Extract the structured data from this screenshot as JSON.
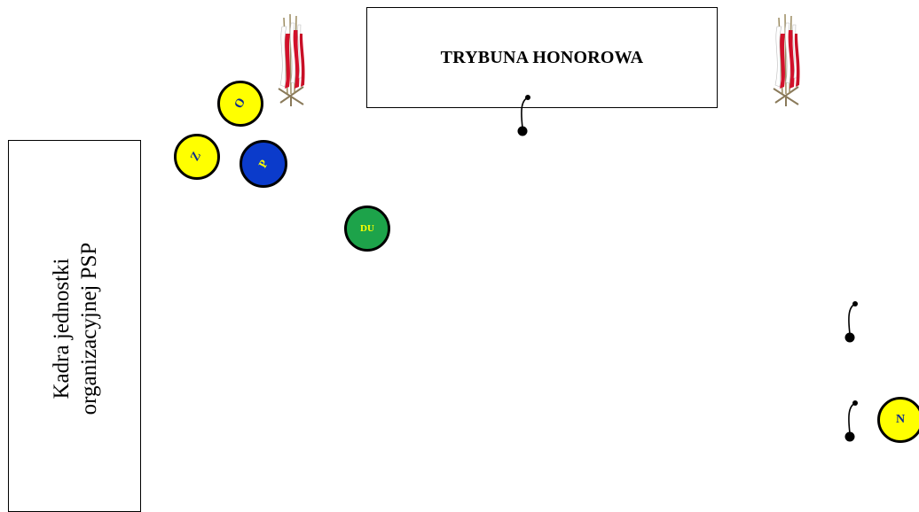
{
  "tribune": {
    "label": "TRYBUNA HONOROWA"
  },
  "cadre": {
    "line1": "Kadra jednostki",
    "line2": "organizacyjnej PSP"
  },
  "markers": [
    {
      "id": "o",
      "letter": "O",
      "fill": "#FFFF00",
      "text_color": "#0B2A8C"
    },
    {
      "id": "z",
      "letter": "Z",
      "fill": "#FFFF00",
      "text_color": "#0B2A8C"
    },
    {
      "id": "p",
      "letter": "P",
      "fill": "#0B3BCB",
      "text_color": "#FFFF00"
    },
    {
      "id": "du",
      "letter": "DU",
      "fill": "#1DA34A",
      "text_color": "#FFFF00"
    },
    {
      "id": "n",
      "letter": "N",
      "fill": "#FFFF00",
      "text_color": "#0B2A8C"
    }
  ],
  "icons": {
    "flag": "flag-stand-icon",
    "microphone": "microphone-icon"
  }
}
